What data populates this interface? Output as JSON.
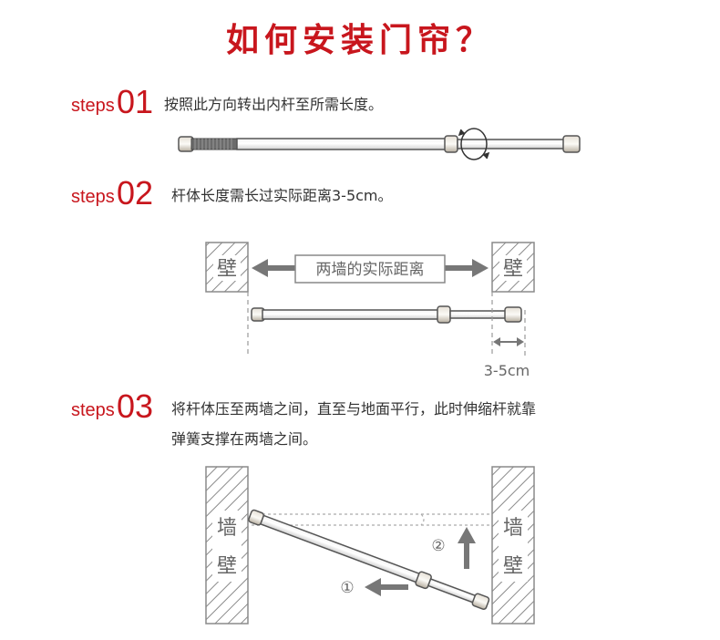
{
  "title": "如何安装门帘？",
  "steps": [
    {
      "word": "steps",
      "num": "01",
      "text": "按照此方向转出内杆至所需长度。"
    },
    {
      "word": "steps",
      "num": "02",
      "text": "杆体长度需长过实际距离3-5cm。"
    },
    {
      "word": "steps",
      "num": "03",
      "line1": "将杆体压至两墙之间，直至与地面平行，此时伸缩杆就靠",
      "line2": "弹簧支撑在两墙之间。"
    }
  ],
  "diagram2": {
    "wall_left": "壁",
    "wall_right": "壁",
    "distance_label": "两墙的实际距离",
    "extra_label": "3-5cm"
  },
  "diagram3": {
    "wall_left": [
      "墙",
      "壁"
    ],
    "wall_right": [
      "墙",
      "壁"
    ],
    "marker1": "①",
    "marker2": "②"
  }
}
